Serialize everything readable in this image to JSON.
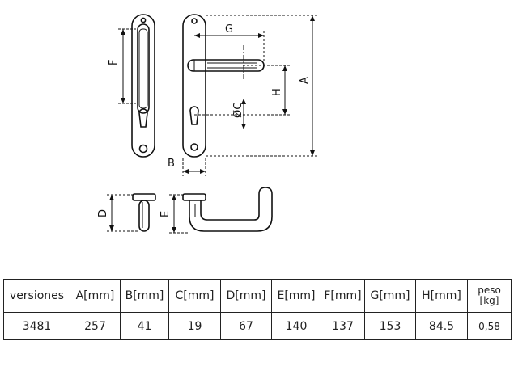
{
  "drawing": {
    "labels": {
      "A": "A",
      "B": "B",
      "C": "ØC",
      "D": "D",
      "E": "E",
      "F": "F",
      "G": "G",
      "H": "H"
    }
  },
  "table": {
    "headers": [
      "versiones",
      "A[mm]",
      "B[mm]",
      "C[mm]",
      "D[mm]",
      "E[mm]",
      "F[mm]",
      "G[mm]",
      "H[mm]",
      "peso [kg]"
    ],
    "rows": [
      [
        "3481",
        "257",
        "41",
        "19",
        "67",
        "140",
        "137",
        "153",
        "84.5",
        "0,58"
      ]
    ]
  }
}
